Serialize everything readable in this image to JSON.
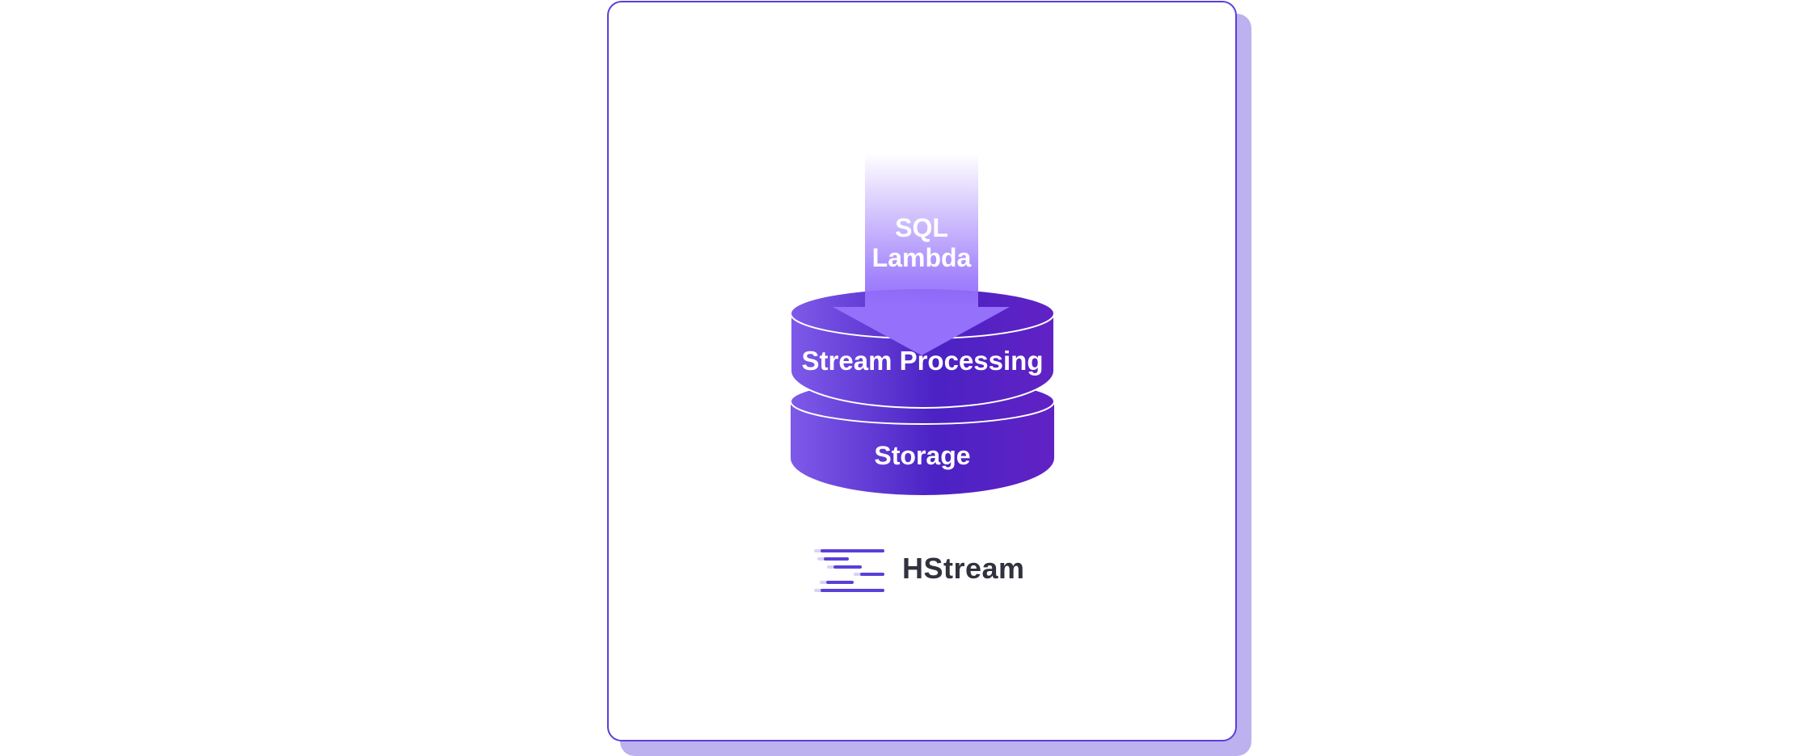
{
  "diagram": {
    "arrow_label_line1": "SQL",
    "arrow_label_line2": "Lambda",
    "top_layer_label": "Stream Processing",
    "bottom_layer_label": "Storage"
  },
  "logo": {
    "brand_name": "HStream"
  },
  "colors": {
    "accent": "#5b3fd9",
    "shadow": "#bdb1ef",
    "arrow": "#9470fb",
    "cylinder_light": "#7e5ae9",
    "cylinder_dark": "#5a22c4",
    "brand_text": "#30323d"
  }
}
